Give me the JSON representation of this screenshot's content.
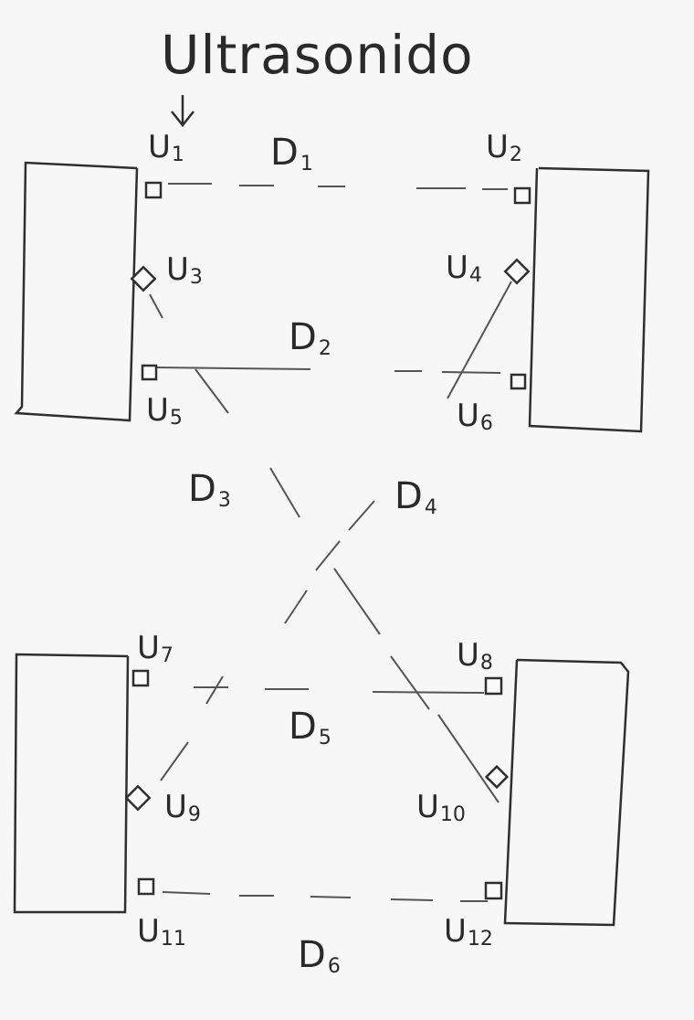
{
  "title": "Ultrasonido",
  "sensors": [
    {
      "id": "U1",
      "letter": "U",
      "num": "1"
    },
    {
      "id": "U2",
      "letter": "U",
      "num": "2"
    },
    {
      "id": "U3",
      "letter": "U",
      "num": "3"
    },
    {
      "id": "U4",
      "letter": "U",
      "num": "4"
    },
    {
      "id": "U5",
      "letter": "U",
      "num": "5"
    },
    {
      "id": "U6",
      "letter": "U",
      "num": "6"
    },
    {
      "id": "U7",
      "letter": "U",
      "num": "7"
    },
    {
      "id": "U8",
      "letter": "U",
      "num": "8"
    },
    {
      "id": "U9",
      "letter": "U",
      "num": "9"
    },
    {
      "id": "U10",
      "letter": "U",
      "num": "10"
    },
    {
      "id": "U11",
      "letter": "U",
      "num": "11"
    },
    {
      "id": "U12",
      "letter": "U",
      "num": "12"
    }
  ],
  "distances": [
    {
      "id": "D1",
      "letter": "D",
      "num": "1"
    },
    {
      "id": "D2",
      "letter": "D",
      "num": "2"
    },
    {
      "id": "D3",
      "letter": "D",
      "num": "3"
    },
    {
      "id": "D4",
      "letter": "D",
      "num": "4"
    },
    {
      "id": "D5",
      "letter": "D",
      "num": "5"
    },
    {
      "id": "D6",
      "letter": "D",
      "num": "6"
    }
  ]
}
